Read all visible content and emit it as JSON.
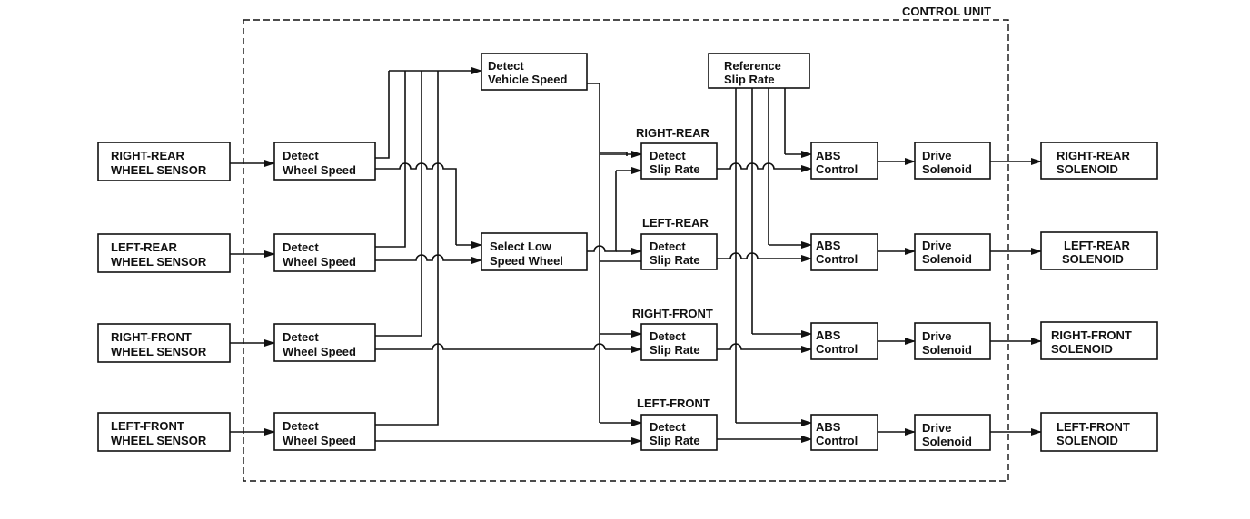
{
  "control_unit": {
    "label": "CONTROL UNIT"
  },
  "sensors": [
    {
      "line1": "RIGHT-REAR",
      "line2": "WHEEL SENSOR"
    },
    {
      "line1": "LEFT-REAR",
      "line2": "WHEEL SENSOR"
    },
    {
      "line1": "RIGHT-FRONT",
      "line2": "WHEEL SENSOR"
    },
    {
      "line1": "LEFT-FRONT",
      "line2": "WHEEL SENSOR"
    }
  ],
  "wheel_speed": [
    {
      "line1": "Detect",
      "line2": "Wheel Speed"
    },
    {
      "line1": "Detect",
      "line2": "Wheel Speed"
    },
    {
      "line1": "Detect",
      "line2": "Wheel Speed"
    },
    {
      "line1": "Detect",
      "line2": "Wheel Speed"
    }
  ],
  "vehicle_speed": {
    "line1": "Detect",
    "line2": "Vehicle Speed"
  },
  "select_low": {
    "line1": "Select Low",
    "line2": "Speed Wheel"
  },
  "reference_slip": {
    "line1": "Reference",
    "line2": "Slip Rate"
  },
  "slip_rate": [
    {
      "title": "RIGHT-REAR",
      "line1": "Detect",
      "line2": "Slip Rate"
    },
    {
      "title": "LEFT-REAR",
      "line1": "Detect",
      "line2": "Slip Rate"
    },
    {
      "title": "RIGHT-FRONT",
      "line1": "Detect",
      "line2": "Slip Rate"
    },
    {
      "title": "LEFT-FRONT",
      "line1": "Detect",
      "line2": "Slip Rate"
    }
  ],
  "abs_control": [
    {
      "line1": "ABS",
      "line2": "Control"
    },
    {
      "line1": "ABS",
      "line2": "Control"
    },
    {
      "line1": "ABS",
      "line2": "Control"
    },
    {
      "line1": "ABS",
      "line2": "Control"
    }
  ],
  "drive_solenoid": [
    {
      "line1": "Drive",
      "line2": "Solenoid"
    },
    {
      "line1": "Drive",
      "line2": "Solenoid"
    },
    {
      "line1": "Drive",
      "line2": "Solenoid"
    },
    {
      "line1": "Drive",
      "line2": "Solenoid"
    }
  ],
  "solenoids": [
    {
      "line1": "RIGHT-REAR",
      "line2": "SOLENOID"
    },
    {
      "line1": "LEFT-REAR",
      "line2": "SOLENOID"
    },
    {
      "line1": "RIGHT-FRONT",
      "line2": "SOLENOID"
    },
    {
      "line1": "LEFT-FRONT",
      "line2": "SOLENOID"
    }
  ]
}
